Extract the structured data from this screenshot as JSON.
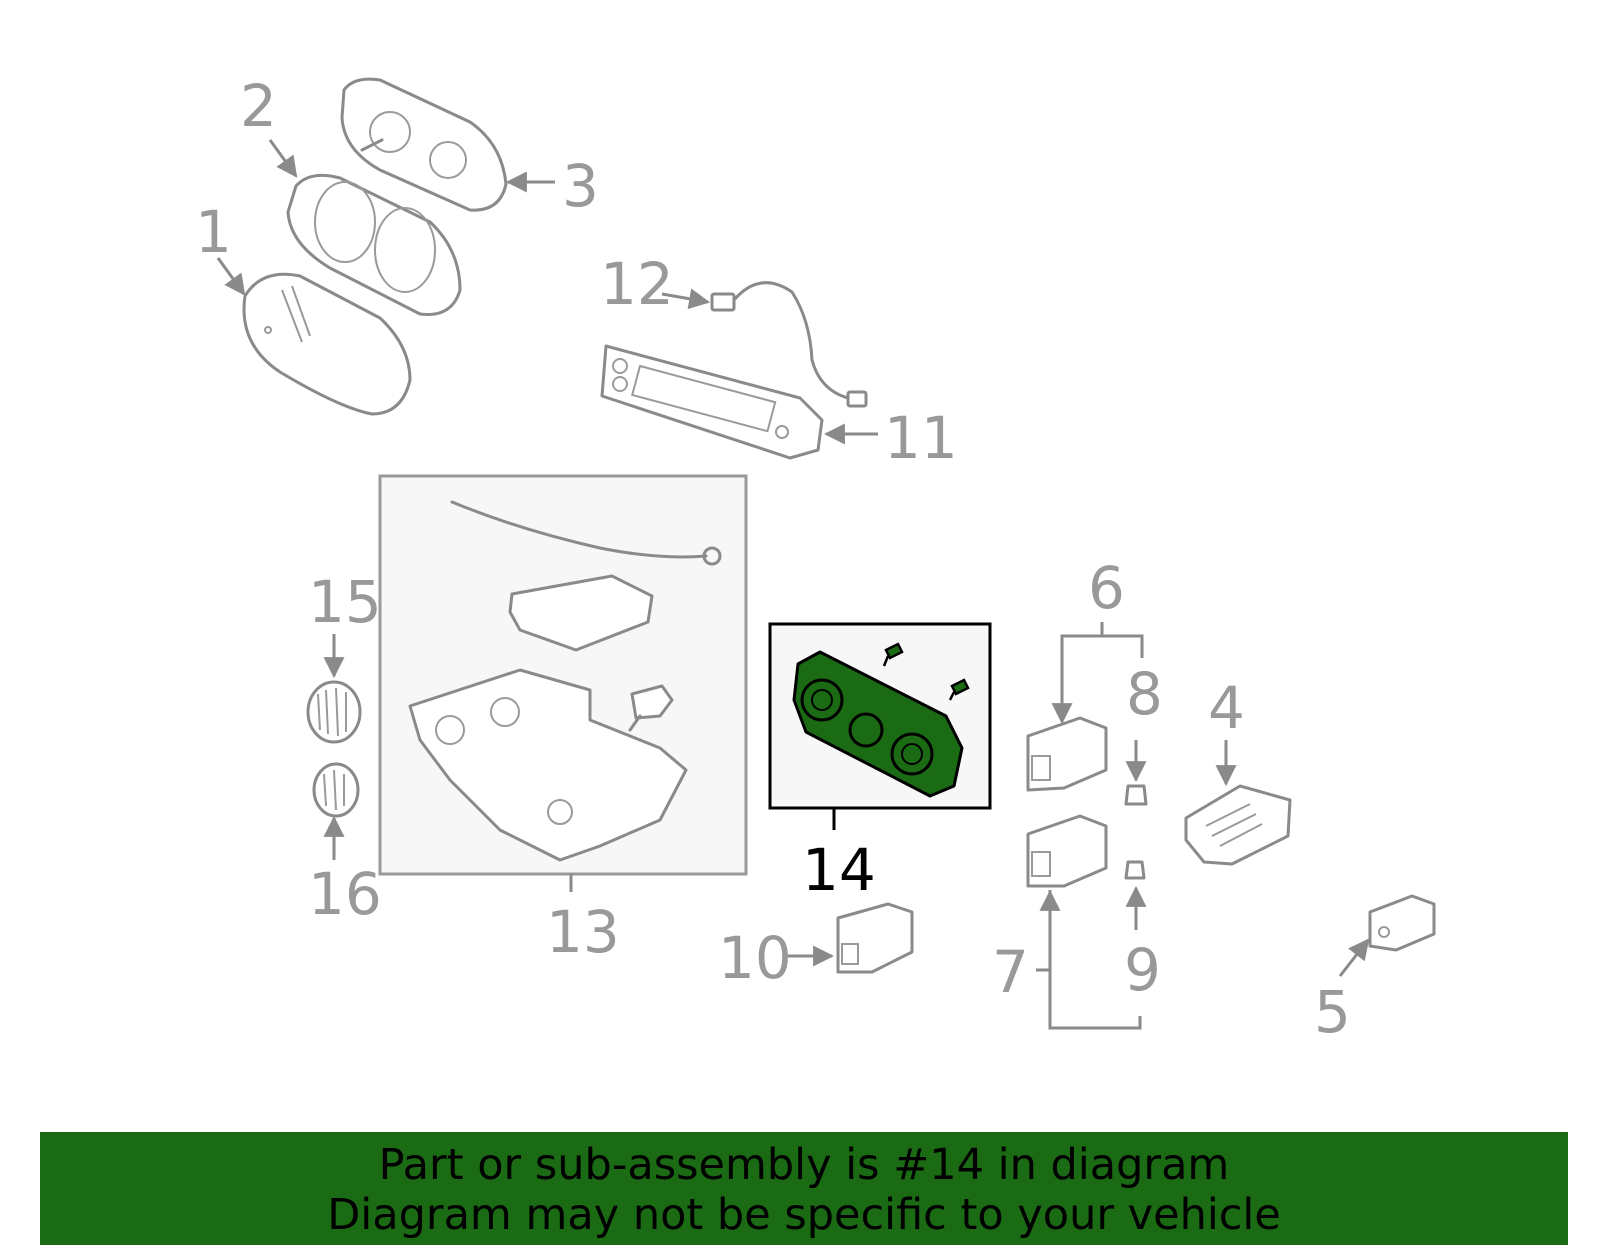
{
  "diagram": {
    "highlight_color": "#1a6b14",
    "callouts": {
      "p1": "1",
      "p2": "2",
      "p3": "3",
      "p4": "4",
      "p5": "5",
      "p6": "6",
      "p7": "7",
      "p8": "8",
      "p9": "9",
      "p10": "10",
      "p11": "11",
      "p12": "12",
      "p13": "13",
      "p14": "14",
      "p15": "15",
      "p16": "16"
    },
    "highlighted_part": "14"
  },
  "banner": {
    "line1": "Part or sub-assembly is #14 in diagram",
    "line2": "Diagram may not be specific to your vehicle",
    "background": "#1a6b14"
  }
}
